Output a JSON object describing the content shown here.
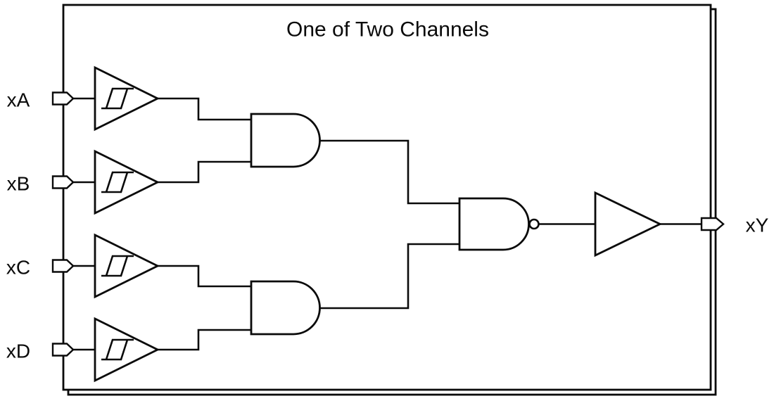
{
  "diagram": {
    "title": "One of Two Channels",
    "inputs": [
      {
        "label": "xA"
      },
      {
        "label": "xB"
      },
      {
        "label": "xC"
      },
      {
        "label": "xD"
      }
    ],
    "output": {
      "label": "xY"
    },
    "gates": [
      {
        "icon": "schmitt-trigger-buffer-icon",
        "count": 4
      },
      {
        "icon": "and-gate-icon",
        "count": 2
      },
      {
        "icon": "nand-gate-icon",
        "count": 1
      },
      {
        "icon": "buffer-icon",
        "count": 1
      }
    ]
  },
  "colors": {
    "line": "#0a0a0a",
    "background": "#ffffff"
  }
}
